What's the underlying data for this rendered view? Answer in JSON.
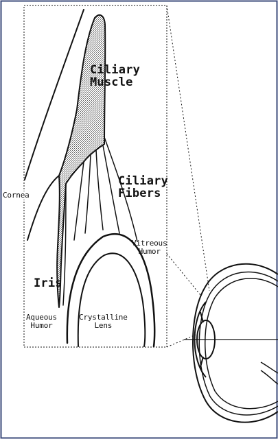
{
  "labels": {
    "ciliary_muscle": [
      "Ciliary",
      "Muscle"
    ],
    "ciliary_fibers": [
      "Ciliary",
      "Fibers"
    ],
    "cornea": "Cornea",
    "vitreous_humor": [
      "Vitreous",
      "Humor"
    ],
    "iris": "Iris",
    "aqueous_humor": [
      "Aqueous",
      "Humor"
    ],
    "crystalline_lens": [
      "Crystalline",
      "Lens"
    ]
  },
  "colors": {
    "ink": "#111111",
    "frame": "#3a4a7a",
    "background": "#ffffff",
    "muscle_fill": "#bdbdbd"
  }
}
